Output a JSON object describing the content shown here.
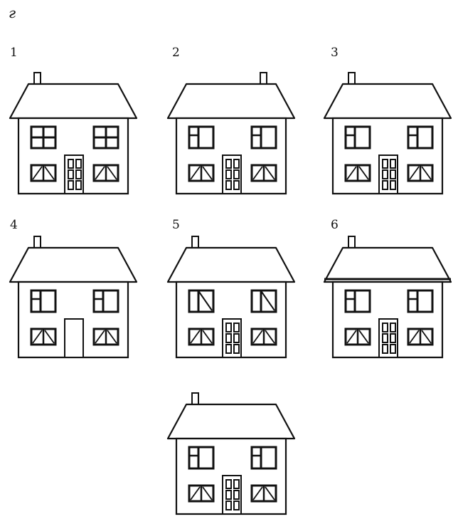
{
  "title": "г",
  "houses": [
    {
      "label": "1"
    },
    {
      "label": "2"
    },
    {
      "label": "3"
    },
    {
      "label": "4"
    },
    {
      "label": "5"
    },
    {
      "label": "6"
    },
    {
      "label": ""
    }
  ]
}
